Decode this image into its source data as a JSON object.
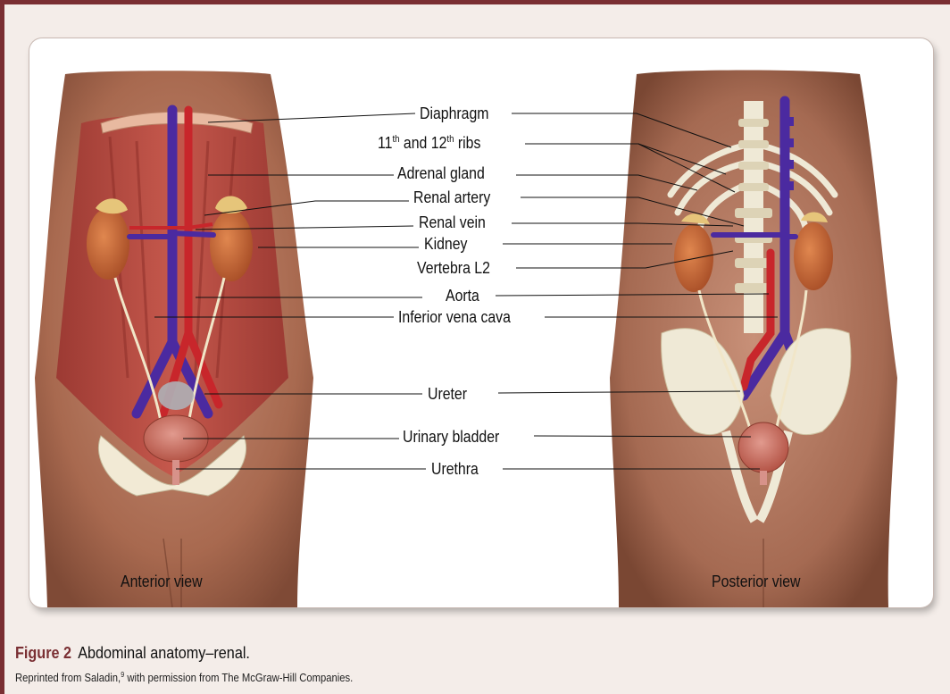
{
  "figure": {
    "labels": [
      {
        "id": "diaphragm",
        "text": "Diaphragm"
      },
      {
        "id": "ribs",
        "pre": "11",
        "sup1": "th",
        "mid": " and 12",
        "sup2": "th",
        "post": " ribs"
      },
      {
        "id": "adrenal",
        "text": "Adrenal gland"
      },
      {
        "id": "renal-artery",
        "text": "Renal artery"
      },
      {
        "id": "renal-vein",
        "text": "Renal vein"
      },
      {
        "id": "kidney",
        "text": "Kidney"
      },
      {
        "id": "vertebra",
        "text": "Vertebra L2"
      },
      {
        "id": "aorta",
        "text": "Aorta"
      },
      {
        "id": "ivc",
        "text": "Inferior vena cava"
      },
      {
        "id": "ureter",
        "text": "Ureter"
      },
      {
        "id": "bladder",
        "text": "Urinary bladder"
      },
      {
        "id": "urethra",
        "text": "Urethra"
      }
    ],
    "anterior_view_label": "Anterior view",
    "posterior_view_label": "Posterior view"
  },
  "caption": {
    "figure_number": "Figure 2",
    "title": "Abdominal anatomy–renal.",
    "credit_prefix": "Reprinted from Saladin,",
    "credit_ref": "9",
    "credit_suffix": " with permission from The McGraw-Hill Companies."
  },
  "colors": {
    "frame_border": "#7a2f33",
    "frame_background": "#f4ede9",
    "skin": "#b98066",
    "muscle": "#b8453f",
    "artery": "#c8262b",
    "vein": "#4b2aa0",
    "kidney": "#c8673a",
    "bone": "#efe9d6"
  }
}
